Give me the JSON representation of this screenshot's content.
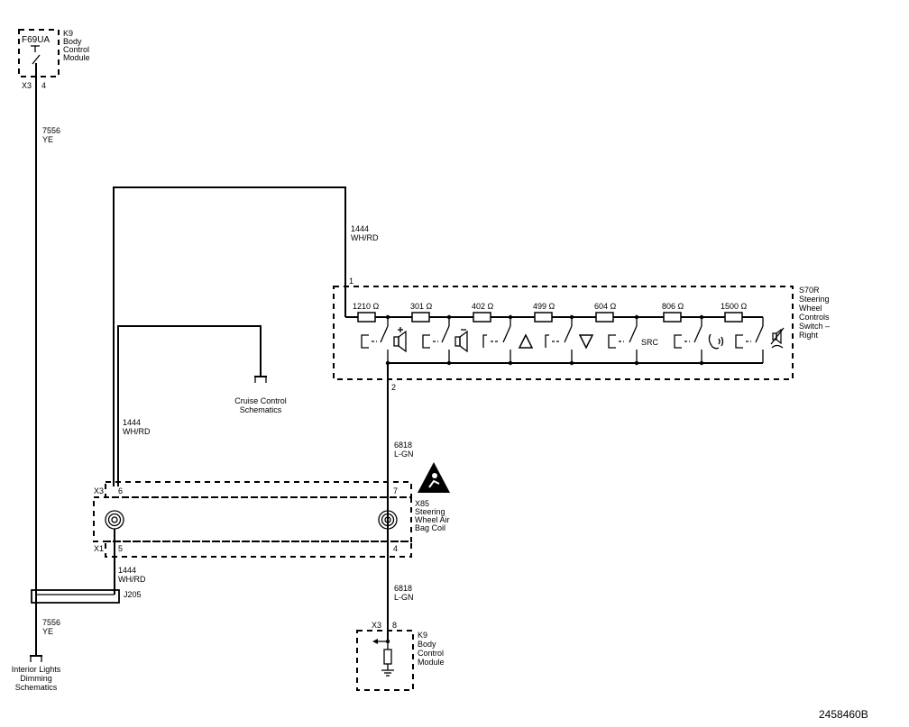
{
  "diagram_id": "2458460B",
  "bcm_top": {
    "fuse": "F69UA",
    "ref": "K9",
    "name": [
      "Body",
      "Control",
      "Module"
    ],
    "connector": "X3",
    "pin": "4"
  },
  "wire_7556": {
    "circuit": "7556",
    "color": "YE"
  },
  "wire_1444": {
    "circuit": "1444",
    "color": "WH/RD"
  },
  "wire_6818": {
    "circuit": "6818",
    "color": "L-GN"
  },
  "switch": {
    "ref": "S70R",
    "name": [
      "Steering",
      "Wheel",
      "Controls",
      "Switch –",
      "Right"
    ],
    "pin_in": "1",
    "pin_out": "2",
    "resistors": [
      "1210 Ω",
      "301 Ω",
      "402 Ω",
      "499 Ω",
      "604 Ω",
      "806 Ω",
      "1500 Ω"
    ],
    "buttons": [
      "volume-up",
      "volume-down",
      "seek-up",
      "seek-down",
      "source",
      "phone-voice",
      "mute-phone"
    ],
    "src_label": "SRC"
  },
  "cruise": {
    "label": [
      "Cruise Control",
      "Schematics"
    ]
  },
  "coil": {
    "ref": "X85",
    "name": [
      "Steering",
      "Wheel Air",
      "Bag Coil"
    ],
    "conn_top": "X3",
    "conn_bottom": "X1",
    "pin_left_top": "6",
    "pin_right_top": "7",
    "pin_left_bottom": "5",
    "pin_right_bottom": "4"
  },
  "splice": {
    "ref": "J205"
  },
  "interior": {
    "label": [
      "Interior Lights",
      "Dimming",
      "Schematics"
    ]
  },
  "bcm_bottom": {
    "ref": "K9",
    "name": [
      "Body",
      "Control",
      "Module"
    ],
    "connector": "X3",
    "pin": "8"
  }
}
